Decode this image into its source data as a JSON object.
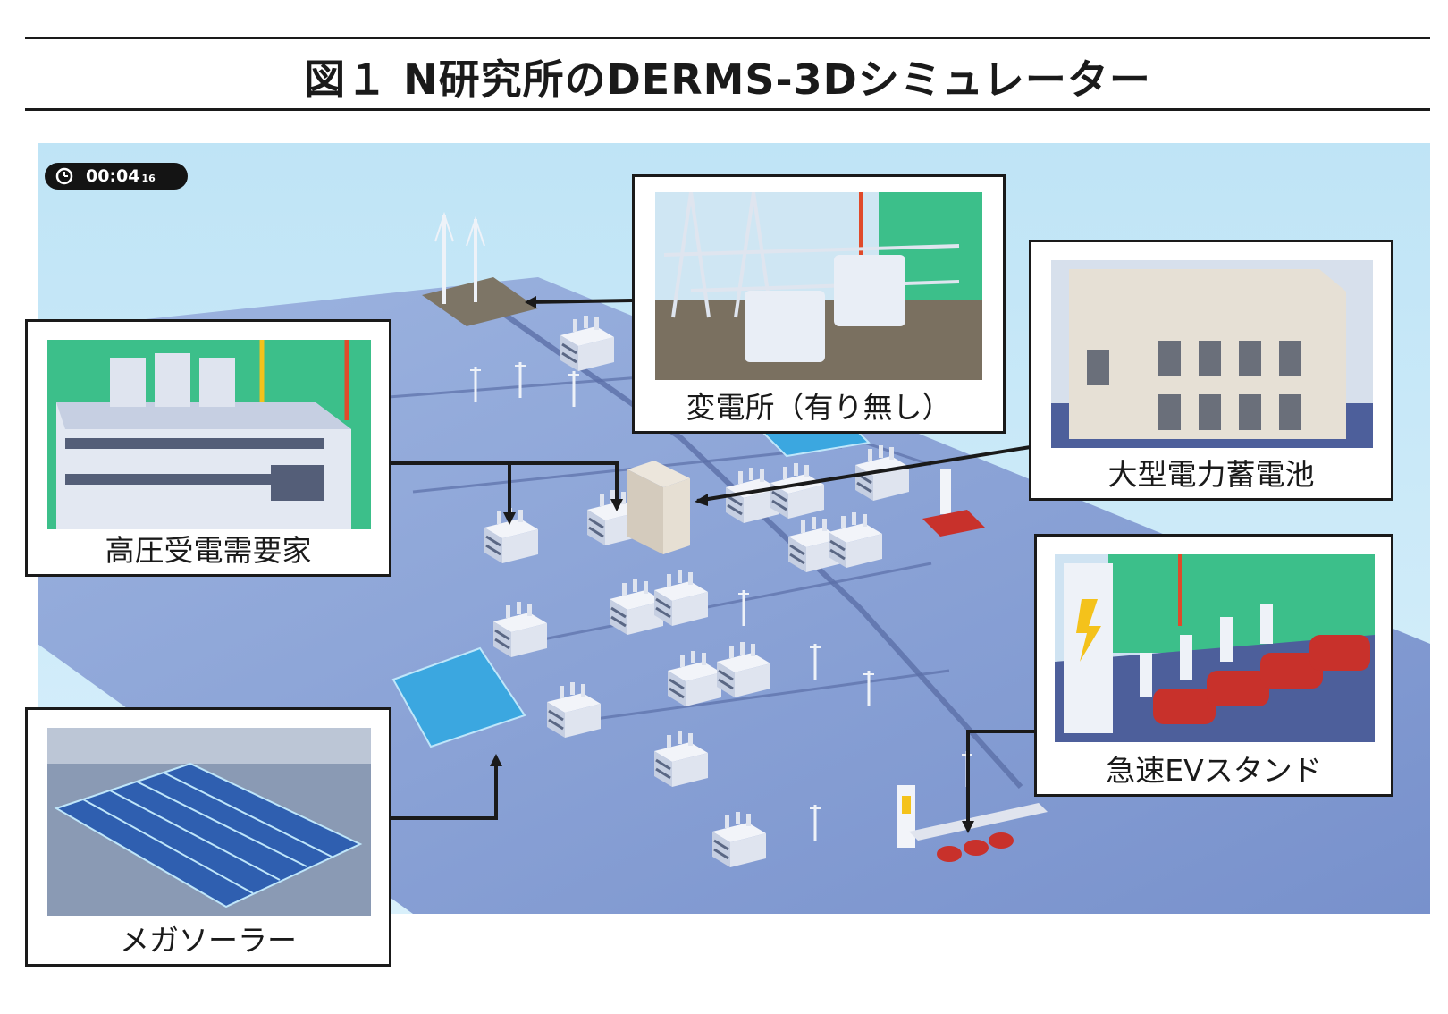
{
  "figure": {
    "title": "図１ N研究所のDERMS-3Dシミュレーター"
  },
  "timer": {
    "time": "00:04",
    "frames": "16"
  },
  "callouts": {
    "substation": {
      "label": "変電所（有り無し）"
    },
    "battery": {
      "label": "大型電力蓄電池"
    },
    "hv_customer": {
      "label": "高圧受電需要家"
    },
    "ev_stand": {
      "label": "急速EVスタンド"
    },
    "mega_solar": {
      "label": "メガソーラー"
    }
  },
  "colors": {
    "sky": "#c9e8f6",
    "ground": "#8aa3d6",
    "road": "#6f87c4",
    "building": "#e3e8f2",
    "solar": "#3ba7e0",
    "car": "#c8312b",
    "ev_accent": "#f4c21b",
    "frame": "#1a1a1a"
  }
}
